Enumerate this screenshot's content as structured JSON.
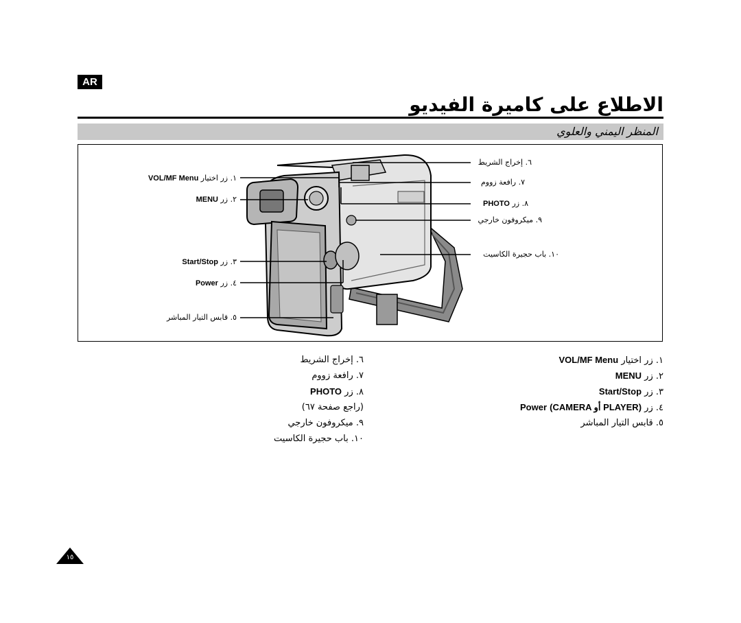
{
  "header": {
    "language_badge": "AR",
    "title": "الاطلاع على كاميرة الفيديو",
    "section_title": "المنظر اليمني والعلوي"
  },
  "figure": {
    "left_labels": [
      {
        "num": "١.",
        "text": "زر اختيار",
        "en": "VOL/MF  Menu"
      },
      {
        "num": "٢.",
        "text": "زر",
        "en": "MENU"
      },
      {
        "num": "٣.",
        "text": "زر",
        "en": "Start/Stop"
      },
      {
        "num": "٤.",
        "text": "زر",
        "en": "Power"
      },
      {
        "num": "٥.",
        "text": "قابس التيار المباشر",
        "en": ""
      }
    ],
    "right_labels": [
      {
        "num": "٦.",
        "text": "إخراج الشريط",
        "en": ""
      },
      {
        "num": "٧.",
        "text": "رافعة زووم",
        "en": ""
      },
      {
        "num": "٨.",
        "text": "زر",
        "en": "PHOTO"
      },
      {
        "num": "٩.",
        "text": "ميكروفون خارجي",
        "en": ""
      },
      {
        "num": "١٠.",
        "text": "باب حجيرة الكاسيت",
        "en": ""
      }
    ]
  },
  "list_right": [
    {
      "num": "١.",
      "text": "زر اختيار",
      "en": "VOL/MF  Menu"
    },
    {
      "num": "٢.",
      "text": "زر",
      "en": "MENU"
    },
    {
      "num": "٣.",
      "text": "زر",
      "en": "Start/Stop"
    },
    {
      "num": "٤.",
      "text": "زر",
      "en": "Power",
      "suffix": "(CAMERA أو PLAYER)"
    },
    {
      "num": "٥.",
      "text": "قابس التيار المباشر",
      "en": ""
    }
  ],
  "list_left": [
    {
      "num": "٦.",
      "text": "إخراج الشريط",
      "en": ""
    },
    {
      "num": "٧.",
      "text": "رافعة زووم",
      "en": ""
    },
    {
      "num": "٨.",
      "text": "زر",
      "en": "PHOTO"
    },
    {
      "num": "",
      "text": "(راجع صفحة ٦٧)",
      "en": ""
    },
    {
      "num": "٩.",
      "text": "ميكروفون خارجي",
      "en": ""
    },
    {
      "num": "١٠.",
      "text": "باب حجيرة الكاسيت",
      "en": ""
    }
  ],
  "page_number": "١٥"
}
